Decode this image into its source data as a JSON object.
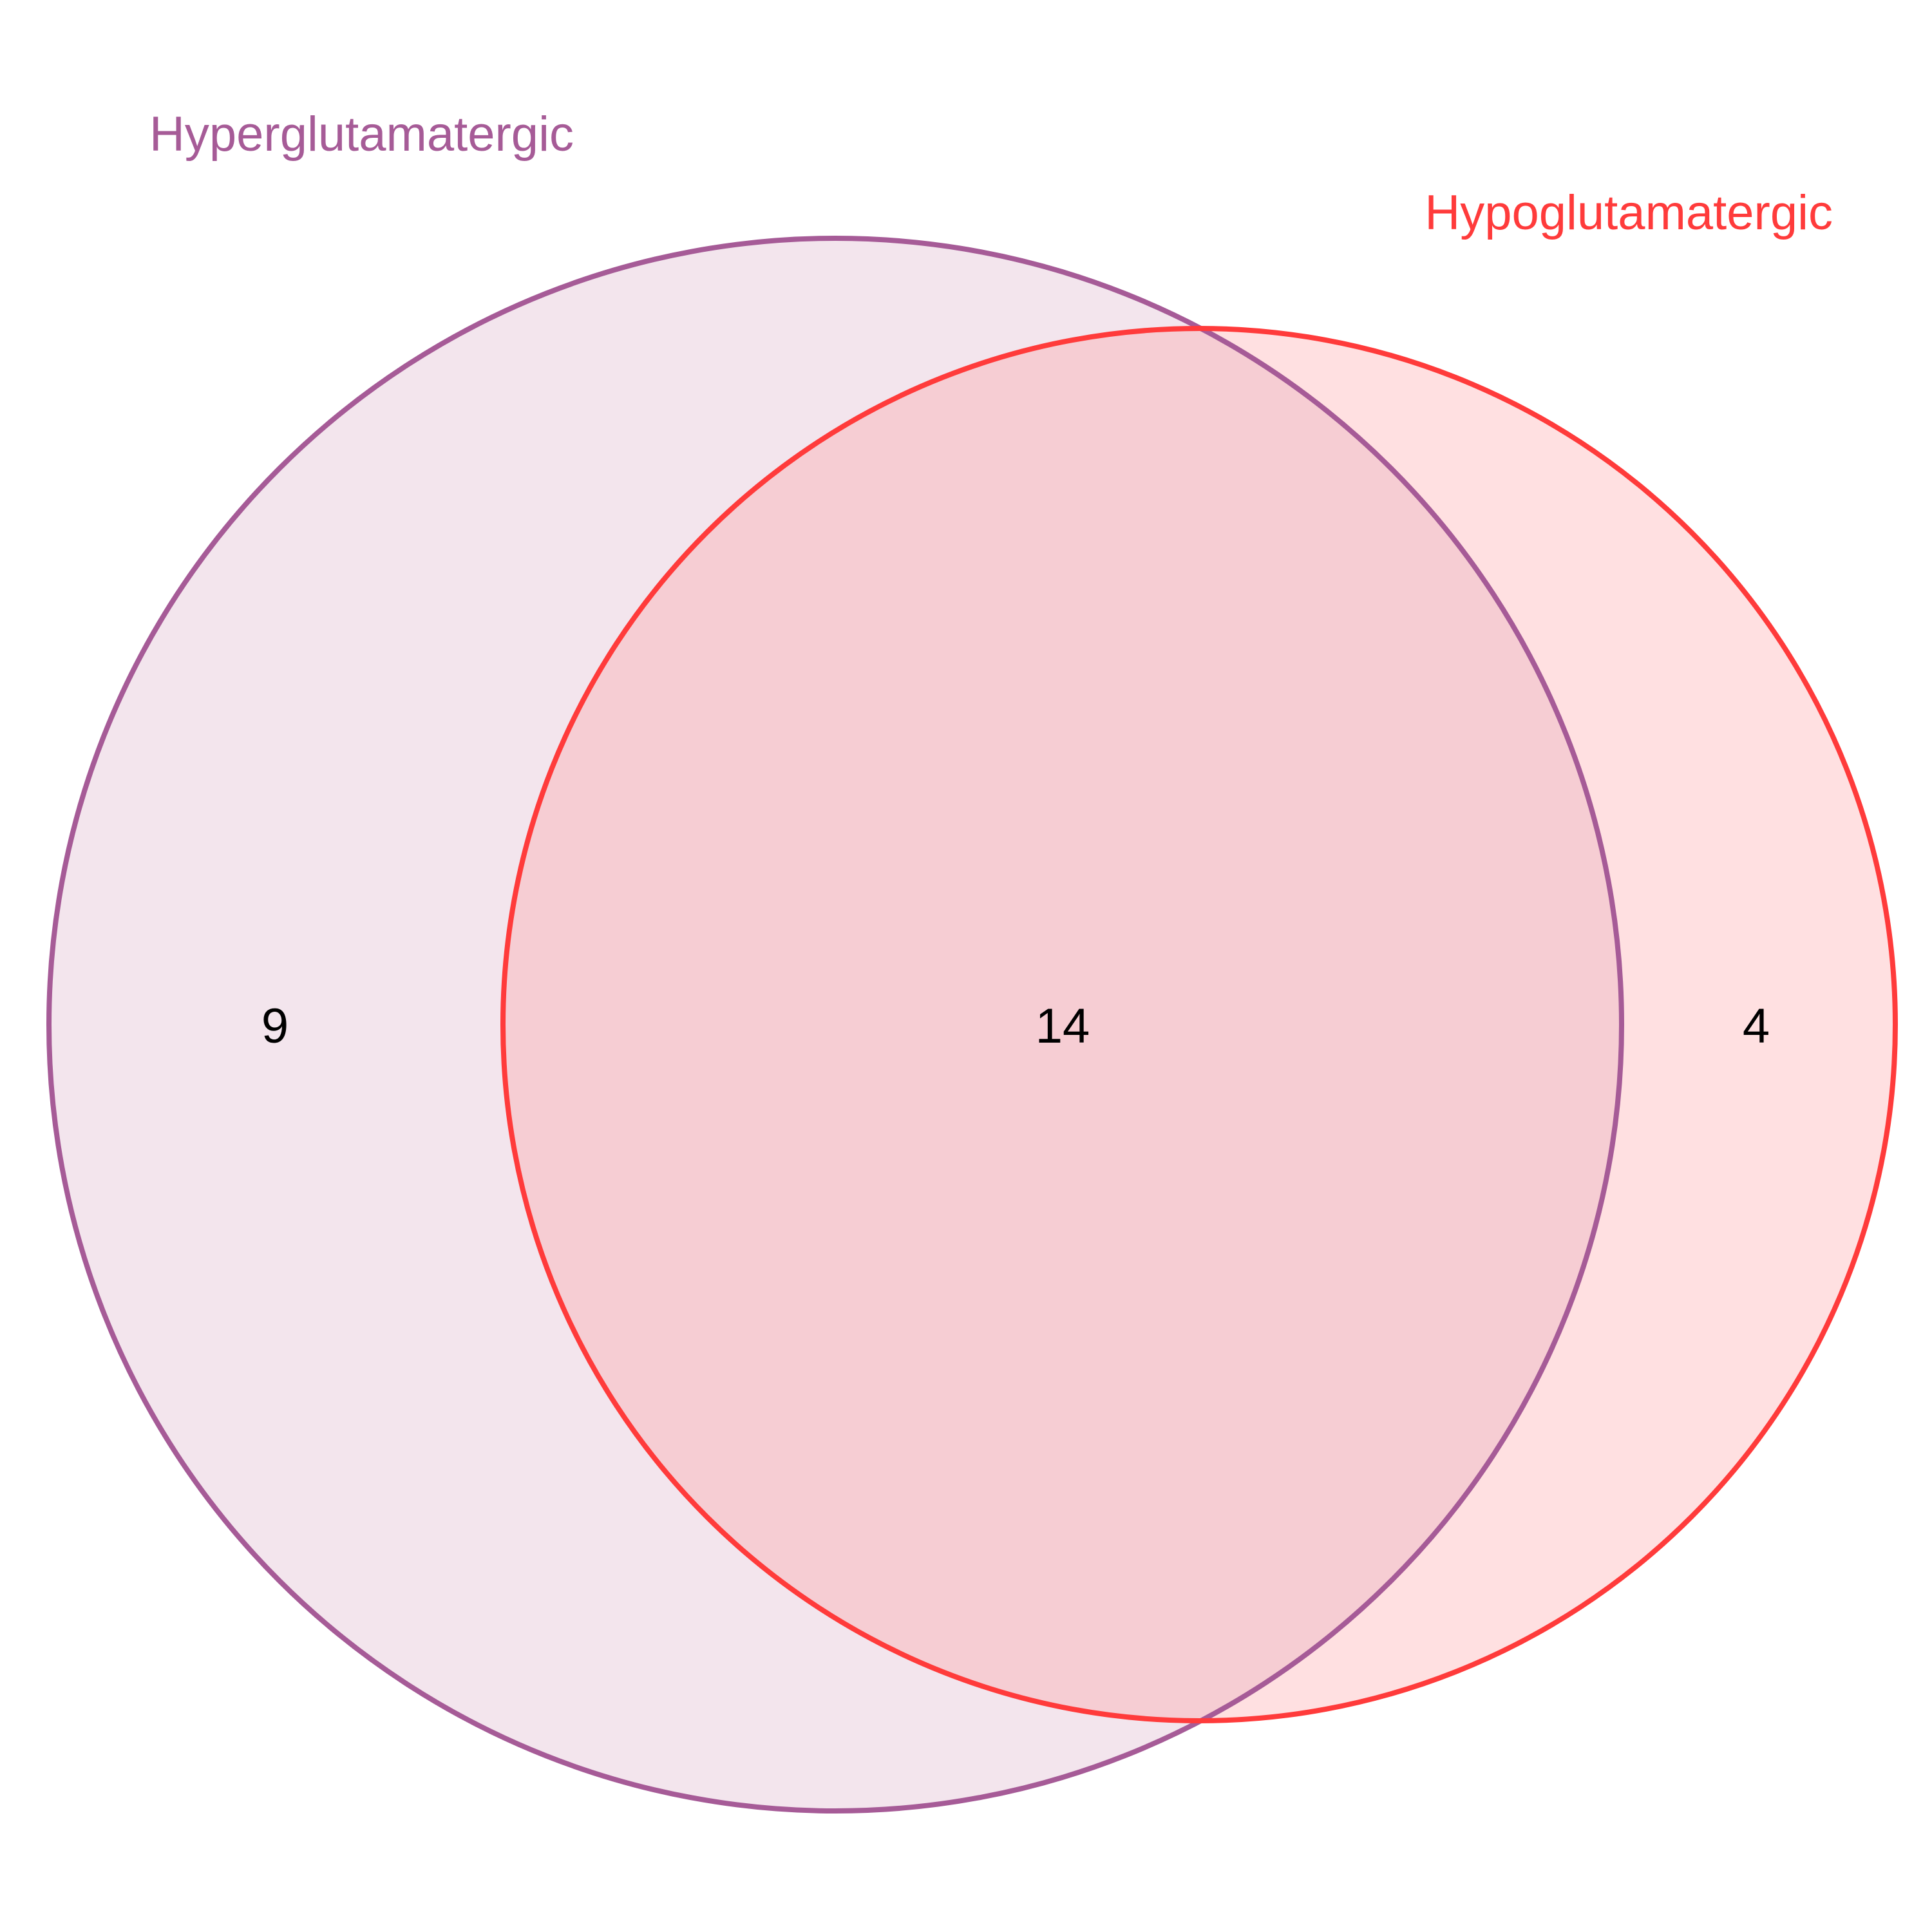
{
  "sets": [
    {
      "name": "Hyperglutamatergic",
      "stroke_color": "#a65b97",
      "fill_color": "#f3e5ed"
    },
    {
      "name": "Hypoglutamatergic",
      "stroke_color": "#ff3b3b",
      "fill_color": "#ffe0e1"
    }
  ],
  "overlap_fill_color": "#f6cdd3",
  "counts": {
    "hyper_only": "9",
    "both": "14",
    "hypo_only": "4"
  }
}
